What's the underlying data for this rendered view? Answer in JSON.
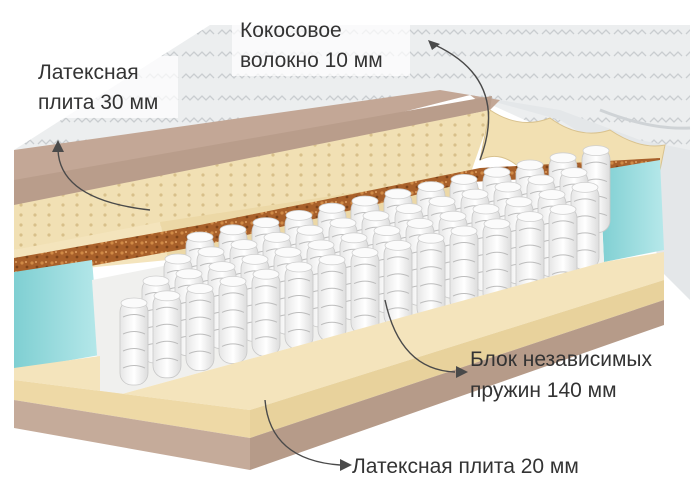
{
  "labels": {
    "latex_top_line1": "Латексная",
    "latex_top_line2": "плита 30 мм",
    "coconut_line1": "Кокосовое",
    "coconut_line2": "волокно 10 мм",
    "springs_line1": "Блок независимых",
    "springs_line2": "пружин 140 мм",
    "latex_bottom": "Латексная плита  20 мм"
  },
  "colors": {
    "cover_fabric": "#eef0f1",
    "latex": "#f3e2b8",
    "coconut_fiber": "#b06a2e",
    "side_foam": "#8fd6d8",
    "brown_band": "#b89a8a",
    "spring_white": "#f7f7f7",
    "arrow": "#4a4a4a"
  }
}
